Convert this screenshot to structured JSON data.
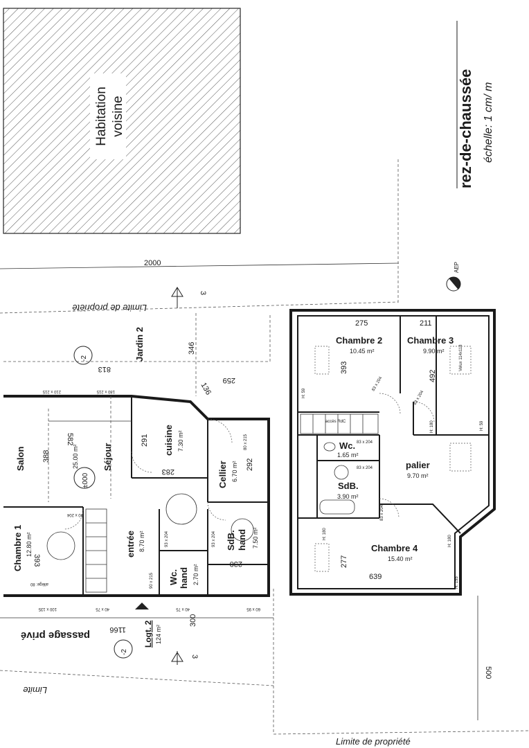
{
  "header": {
    "title": "rez-de-chaussée",
    "scale": "échelle: 1 cm/ m"
  },
  "neighbour": {
    "line1": "Habitation",
    "line2": "voisine"
  },
  "site": {
    "limite_top": "Limite de propriété",
    "limite_bottom": "Limite de propriété",
    "limite_left": "Limite",
    "passage": "passage privé",
    "aep": "AEP",
    "dim_2000": "2000",
    "dim_1166": "1166",
    "dim_300": "300",
    "dim_500": "500",
    "section_3_top": "3",
    "section_3_bottom": "3"
  },
  "logement": {
    "label": "Logt. 2",
    "area": "124 m²",
    "level_badge": "-2",
    "garden_level_badge": "-2",
    "floor_badge": "±000"
  },
  "ground_rooms": {
    "jardin": {
      "name": "Jardin 2"
    },
    "salon": {
      "name": "Salon",
      "dim": "388"
    },
    "sejour": {
      "name": "Séjour",
      "area": "25.00 m²",
      "dim": "582"
    },
    "cuisine": {
      "name": "cuisine",
      "area": "7.30 m²",
      "dim_a": "291",
      "dim_b": "283"
    },
    "cellier": {
      "name": "Cellier",
      "area": "6.70 m²",
      "dim": "292"
    },
    "chambre1": {
      "name": "Chambre 1",
      "area": "12.80 m²",
      "dim": "393"
    },
    "entree": {
      "name": "entrée",
      "area": "8.70 m²"
    },
    "wc_hand": {
      "name_a": "Wc.",
      "name_b": "hand",
      "area": "2.70 m²"
    },
    "sdb_hand": {
      "name_a": "SdB.",
      "name_b": "hand",
      "area": "7.50 m²",
      "dim": "230"
    },
    "dims": {
      "d813": "813",
      "d346": "346",
      "d259": "259",
      "d136": "136"
    }
  },
  "upper_rooms": {
    "chambre2": {
      "name": "Chambre 2",
      "area": "10.45 m²",
      "dim_w": "275",
      "dim_h": "393"
    },
    "chambre3": {
      "name": "Chambre 3",
      "area": "9.90 m²",
      "dim_w": "211",
      "dim_h": "492"
    },
    "wc": {
      "name": "Wc.",
      "area": "1.65 m²"
    },
    "sdb": {
      "name": "SdB.",
      "area": "3.90 m²"
    },
    "palier": {
      "name": "palier",
      "area": "9.70 m²"
    },
    "chambre4": {
      "name": "Chambre 4",
      "area": "15.40 m²",
      "dim_w": "639",
      "dim_h": "277"
    }
  },
  "annotations": {
    "h59_left": "H: 59",
    "h59_right": "H: 59",
    "h180_a": "H: 180",
    "h180_b": "H: 180",
    "h180_c": "H: 180",
    "h155": "H: 155",
    "acces": "accès RdC",
    "door_83x204": "83 x 204",
    "win_210x215": "210 x 215",
    "win_180x215": "180 x 215",
    "win_100x135": "100 x 135",
    "win_40x75": "40 x 75",
    "win_60x95": "60 x 95",
    "door_90x215": "90 x 215",
    "door_93x204": "93 x 204",
    "door_80x215": "80 x 215",
    "door_90x204": "90 x 204",
    "alleges": "allège: 80",
    "velux": "Velux 114x118"
  }
}
